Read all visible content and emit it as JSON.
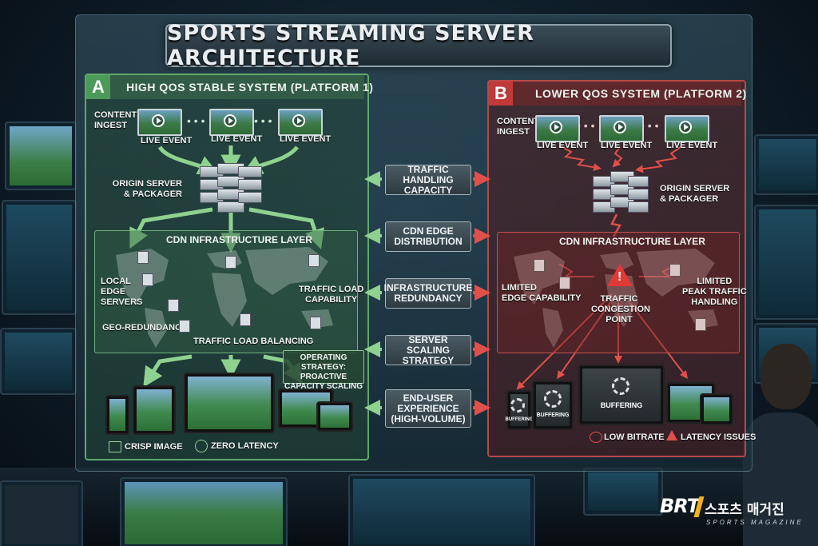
{
  "title": "SPORTS STREAMING SERVER ARCHITECTURE",
  "platform_a": {
    "badge": "A",
    "header": "HIGH QOS STABLE SYSTEM (PLATFORM 1)",
    "content_ingest": "CONTENT\nINGEST",
    "live_event": "LIVE EVENT",
    "origin": "ORIGIN SERVER\n& PACKAGER",
    "cdn_title": "CDN INFRASTRUCTURE LAYER",
    "local_edge": "LOCAL\nEDGE\nSERVERS",
    "traffic_load_capability": "TRAFFIC LOAD\nCAPABILITY",
    "geo_redundancy": "GEO-REDUNDANCY",
    "traffic_load_balancing": "TRAFFIC LOAD BALANCING",
    "operating_strategy": "OPERATING STRATEGY:\nPROACTIVE\nCAPACITY SCALING",
    "crisp_image": "CRISP IMAGE",
    "zero_latency": "ZERO LATENCY"
  },
  "platform_b": {
    "badge": "B",
    "header": "LOWER QOS SYSTEM (PLATFORM 2)",
    "content_ingest": "CONTENT\nINGEST",
    "live_event": "LIVE EVENT",
    "origin": "ORIGIN SERVER\n& PACKAGER",
    "cdn_title": "CDN INFRASTRUCTURE LAYER",
    "limited_edge": "LIMITED\nEDGE CAPABILITY",
    "congestion": "TRAFFIC\nCONGESTION\nPOINT",
    "limited_peak": "LIMITED\nPEAK TRAFFIC\nHANDLING",
    "buffering": "BUFFERING",
    "low_bitrate": "LOW BITRATE",
    "latency_issues": "LATENCY ISSUES"
  },
  "comparison": [
    "TRAFFIC HANDLING\nCAPACITY",
    "CDN EDGE\nDISTRIBUTION",
    "INFRASTRUCTURE\nREDUNDANCY",
    "SERVER SCALING\nSTRATEGY",
    "END-USER\nEXPERIENCE\n(HIGH-VOLUME)"
  ],
  "logo": {
    "brand": "BRT",
    "korean": "스포츠 매거진",
    "sub": "SPORTS MAGAZINE"
  },
  "colors": {
    "platform_a_accent": "#5fa86b",
    "platform_b_accent": "#c03a3a",
    "panel_border": "#8fa3ad"
  }
}
